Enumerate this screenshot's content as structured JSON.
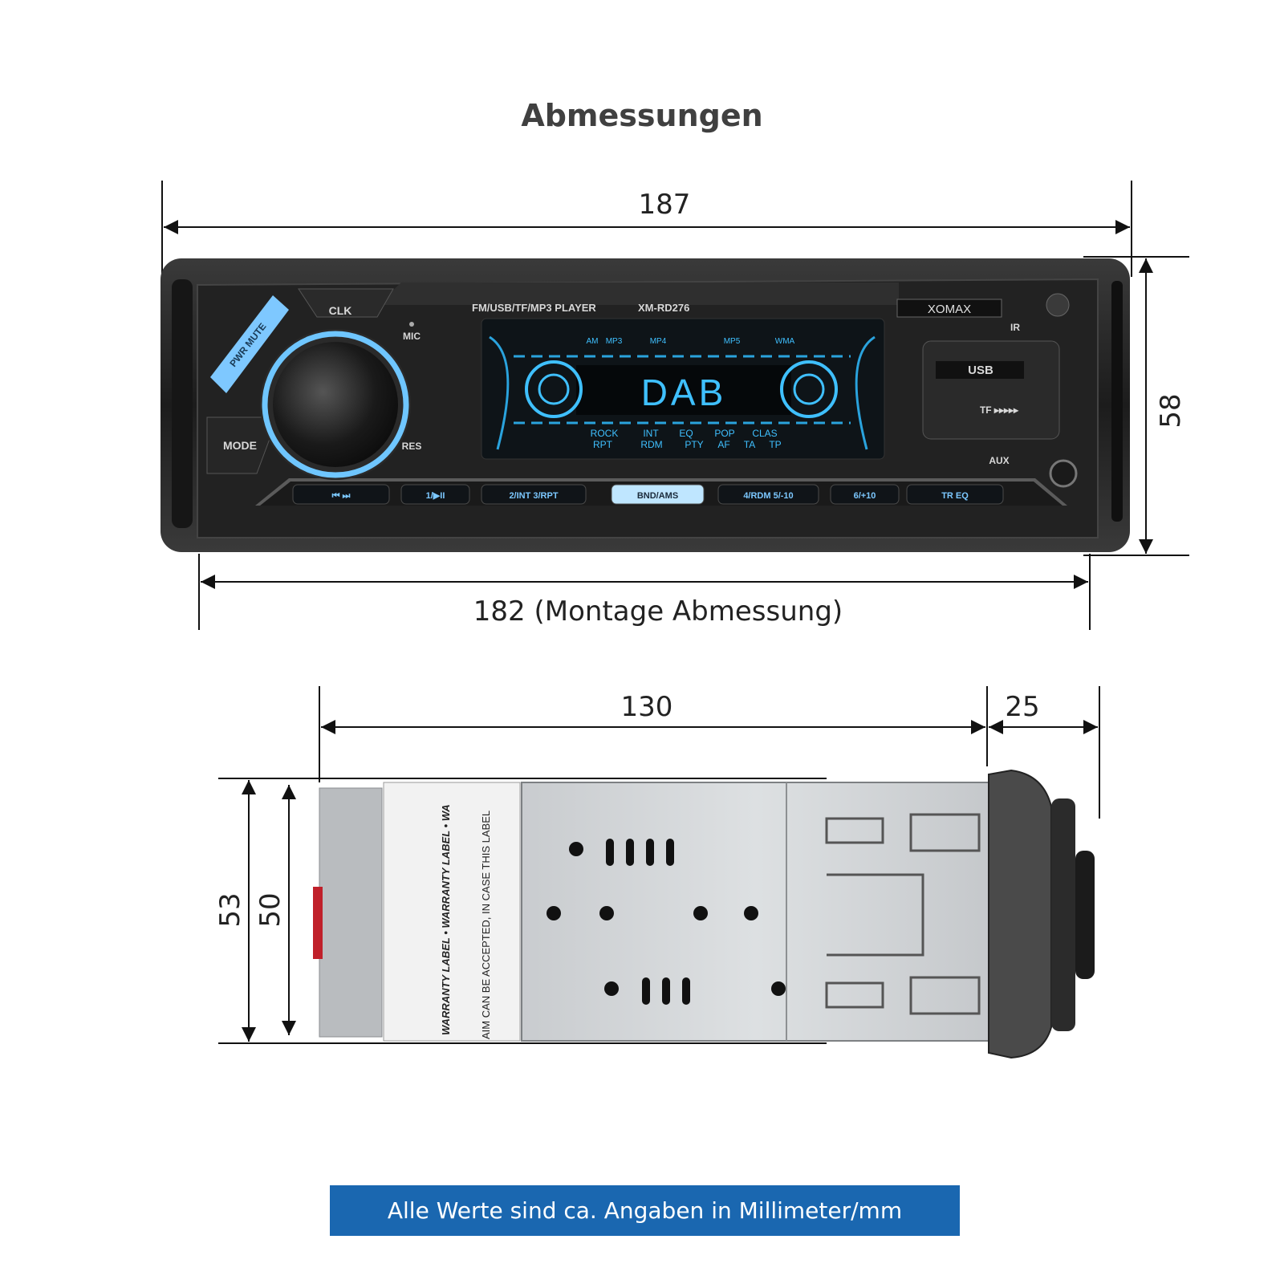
{
  "title": "Abmessungen",
  "footer_note": "Alle Werte sind ca. Angaben in Millimeter/mm",
  "dimensions": {
    "front_width": "187",
    "front_height": "58",
    "mount_width": "182 (Montage Abmessung)",
    "chassis_depth": "130",
    "faceplate_depth": "25",
    "outer_height": "53",
    "inner_height": "50"
  },
  "radio": {
    "model": "XM-RD276",
    "product_line": "FM/USB/TF/MP3 PLAYER",
    "brand": "XOMAX",
    "display_text": "DAB",
    "labels": {
      "clk": "CLK",
      "mic": "MIC",
      "ir": "IR",
      "res": "RES",
      "mode": "MODE",
      "pwr_mute": "PWR MUTE",
      "usb": "USB",
      "tf": "TF ▸▸▸▸▸",
      "aux": "AUX"
    },
    "display_top_icons": [
      "AM",
      "MP3",
      "MP4",
      "MP5",
      "WMA"
    ],
    "display_bottom_row1": [
      "ROCK",
      "INT",
      "EQ",
      "POP",
      "CLAS"
    ],
    "display_bottom_row2": [
      "RPT",
      "RDM",
      "PTY",
      "AF",
      "TA",
      "TP"
    ],
    "buttons": [
      "⏮  ⏭",
      "1/▶II",
      "2/INT  3/RPT",
      "BND/AMS",
      "4/RDM  5/-10",
      "6/+10",
      "TR  EQ"
    ]
  },
  "side_view": {
    "warranty_label_1": "WARRANTY LABEL  •  WARRANTY LABEL  •  WA",
    "warranty_label_2": "AIM CAN BE ACCEPTED, IN CASE THIS LABEL"
  },
  "colors": {
    "banner": "#1a67b0",
    "lcd_glow": "#3fc0ff",
    "body": "#2a2a2a"
  }
}
